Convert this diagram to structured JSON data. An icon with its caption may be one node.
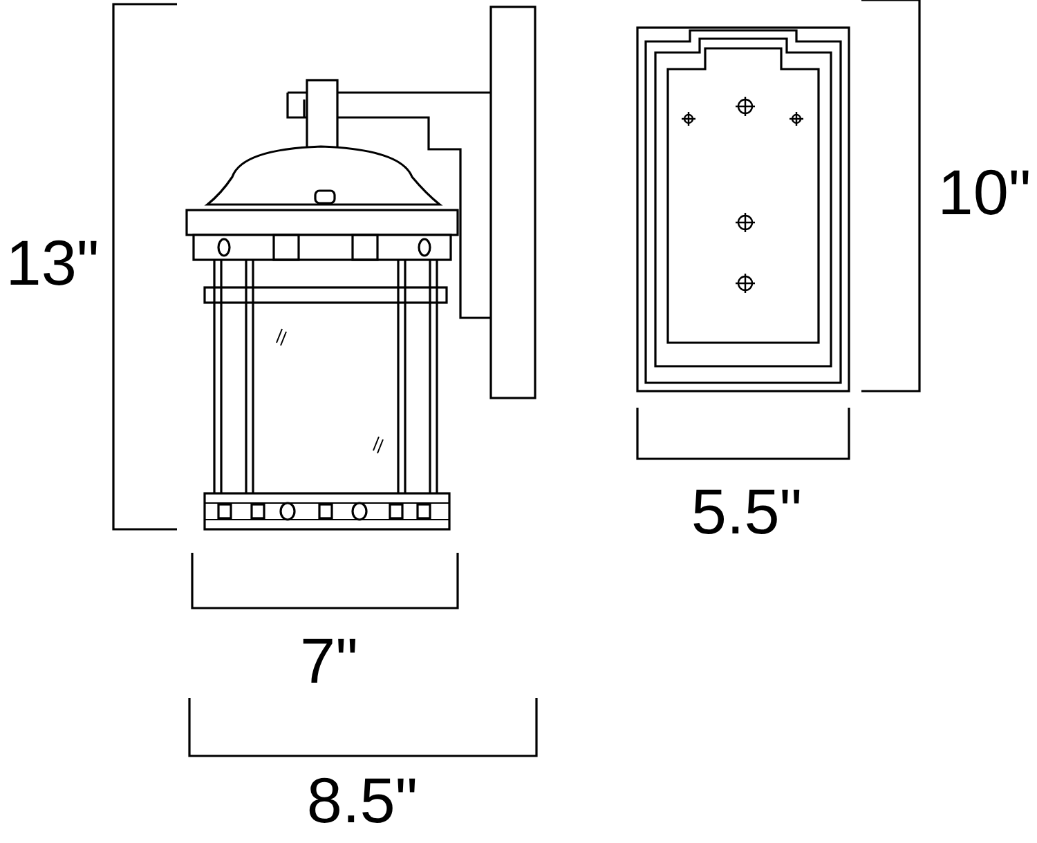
{
  "diagram": {
    "labels": [
      "10\"",
      "13\"",
      "5.5\"",
      "7\"",
      "8.5\""
    ]
  }
}
